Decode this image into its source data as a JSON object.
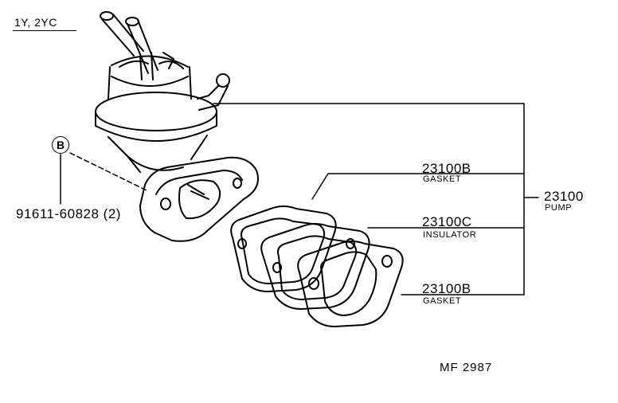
{
  "model": "1Y, 2YC",
  "ref_marker": "B",
  "bolt_part": "91611-60828 (2)",
  "parts": {
    "gasket_top": {
      "number": "23100B",
      "name": "GASKET"
    },
    "insulator": {
      "number": "23100C",
      "name": "INSULATOR"
    },
    "gasket_bottom": {
      "number": "23100B",
      "name": "GASKET"
    },
    "pump": {
      "number": "23100",
      "name": "PUMP"
    }
  },
  "drawing_code": "MF 2987"
}
